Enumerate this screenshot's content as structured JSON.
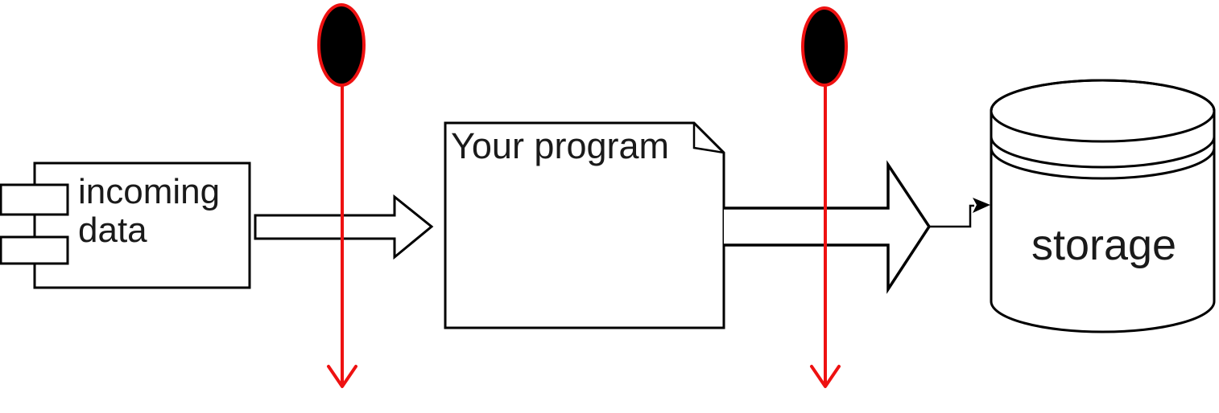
{
  "diagram": {
    "colors": {
      "stroke": "#000000",
      "shape_fill": "#ffffff",
      "annotation_red": "#ee1111",
      "text": "#1a1a1a"
    },
    "nodes": {
      "incoming_data": {
        "shape": "uml-component",
        "label_line1": "incoming",
        "label_line2": "data"
      },
      "your_program": {
        "shape": "note-folded-corner",
        "label": "Your program"
      },
      "storage": {
        "shape": "database-cylinder",
        "label": "storage"
      }
    },
    "connectors": {
      "input_arrow": {
        "shape": "hollow-block-arrow-right"
      },
      "output_arrow": {
        "shape": "hollow-block-arrow-right"
      },
      "storage_pointer": {
        "shape": "elbow-line-filled-arrowhead"
      }
    },
    "annotations": {
      "probe_1": {
        "shape": "black-ellipse-marker-with-red-down-arrow"
      },
      "probe_2": {
        "shape": "black-ellipse-marker-with-red-down-arrow"
      }
    }
  }
}
